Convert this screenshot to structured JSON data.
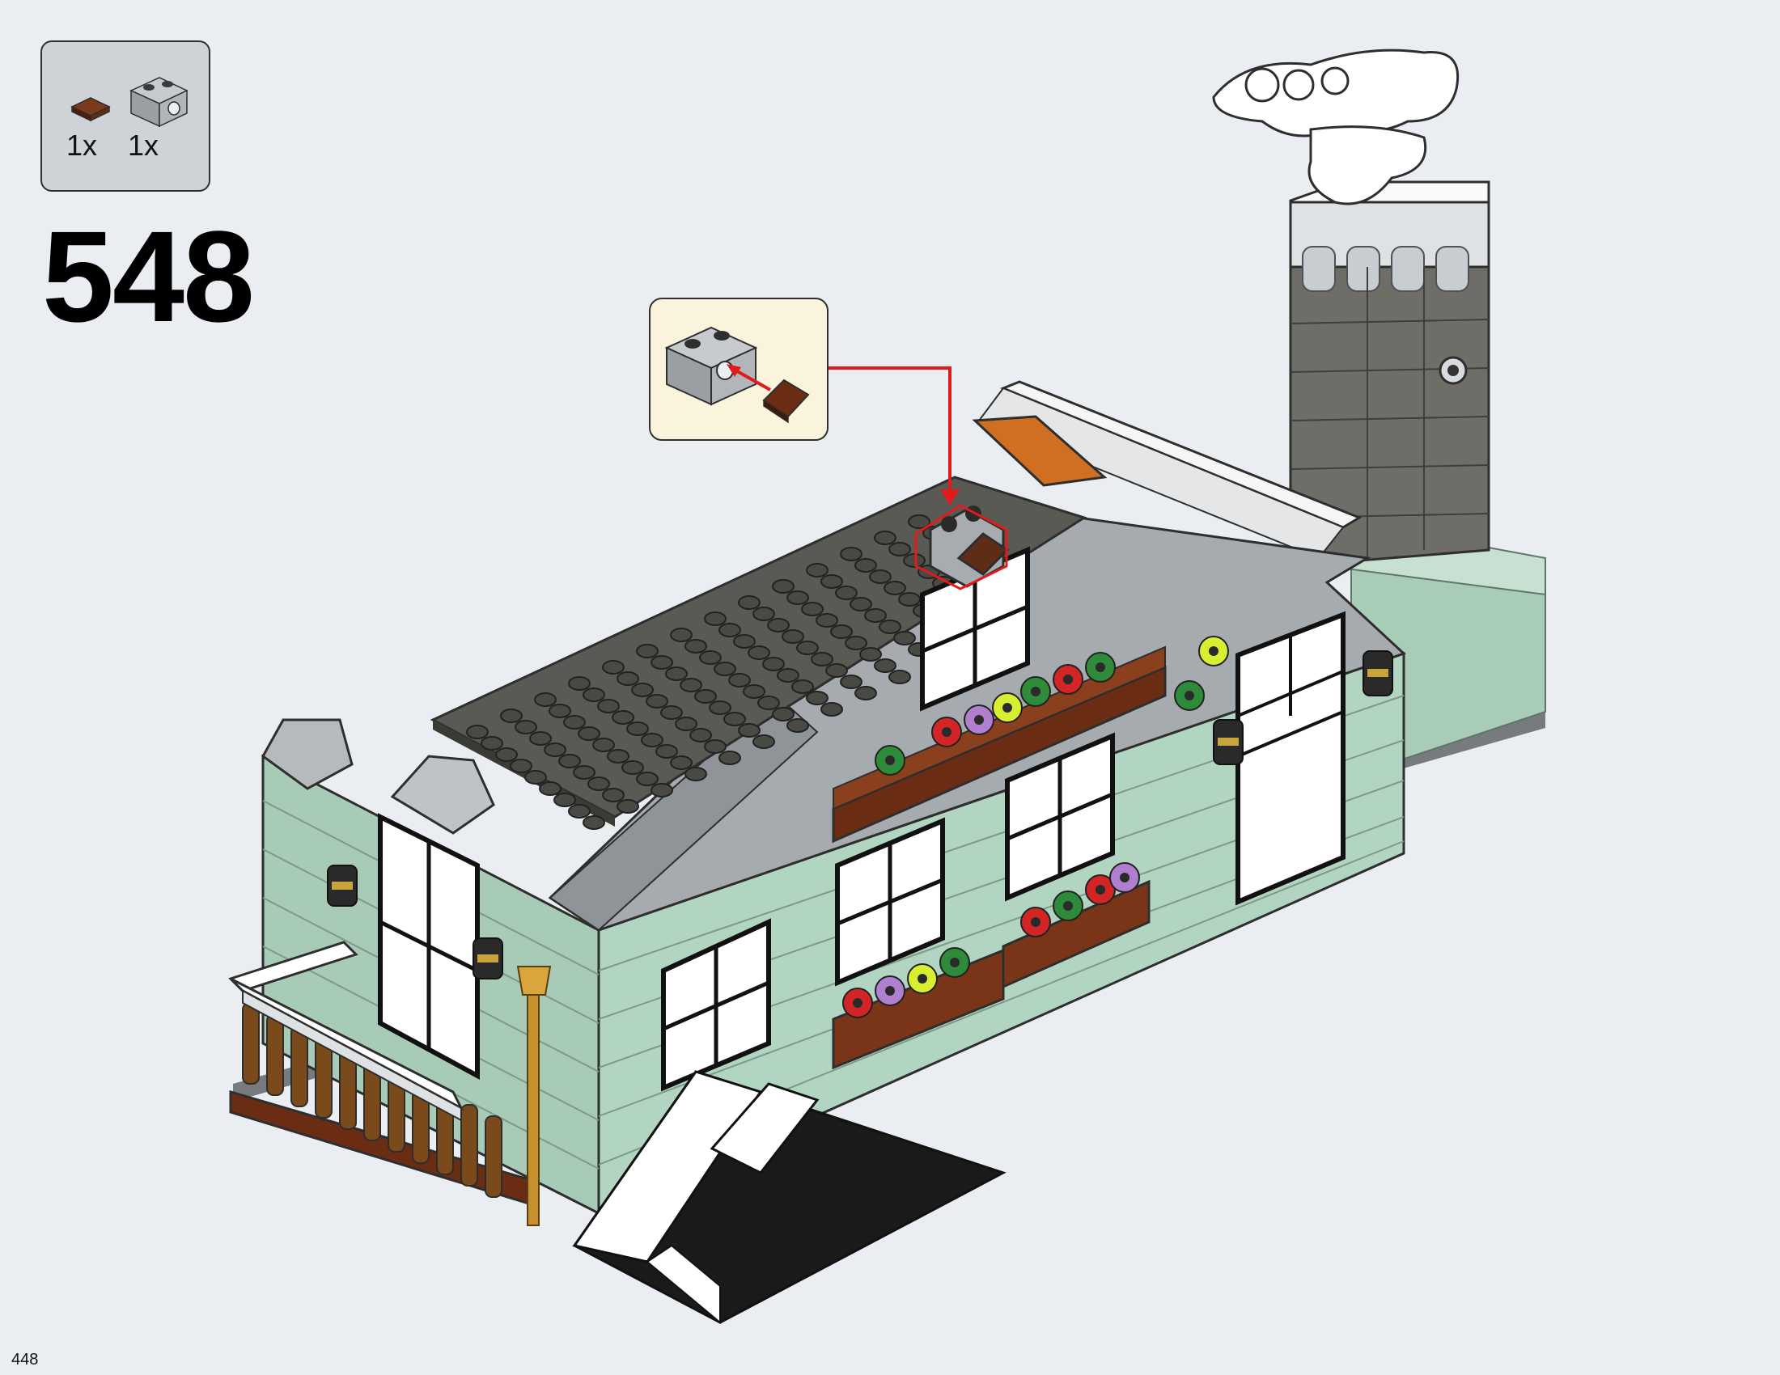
{
  "step": {
    "number": "548"
  },
  "parts": [
    {
      "icon": "brown-round-tile-icon",
      "color": "#5e2d16",
      "quantity": "1x"
    },
    {
      "icon": "gray-technic-brick-icon",
      "color": "#a4a9ad",
      "quantity": "1x"
    }
  ],
  "callout": {
    "icon": "brick-insert-callout-icon",
    "arrow_color": "#e11b1b"
  },
  "model": {
    "icon": "lego-house-model-illustration"
  },
  "page": {
    "number": "448"
  }
}
